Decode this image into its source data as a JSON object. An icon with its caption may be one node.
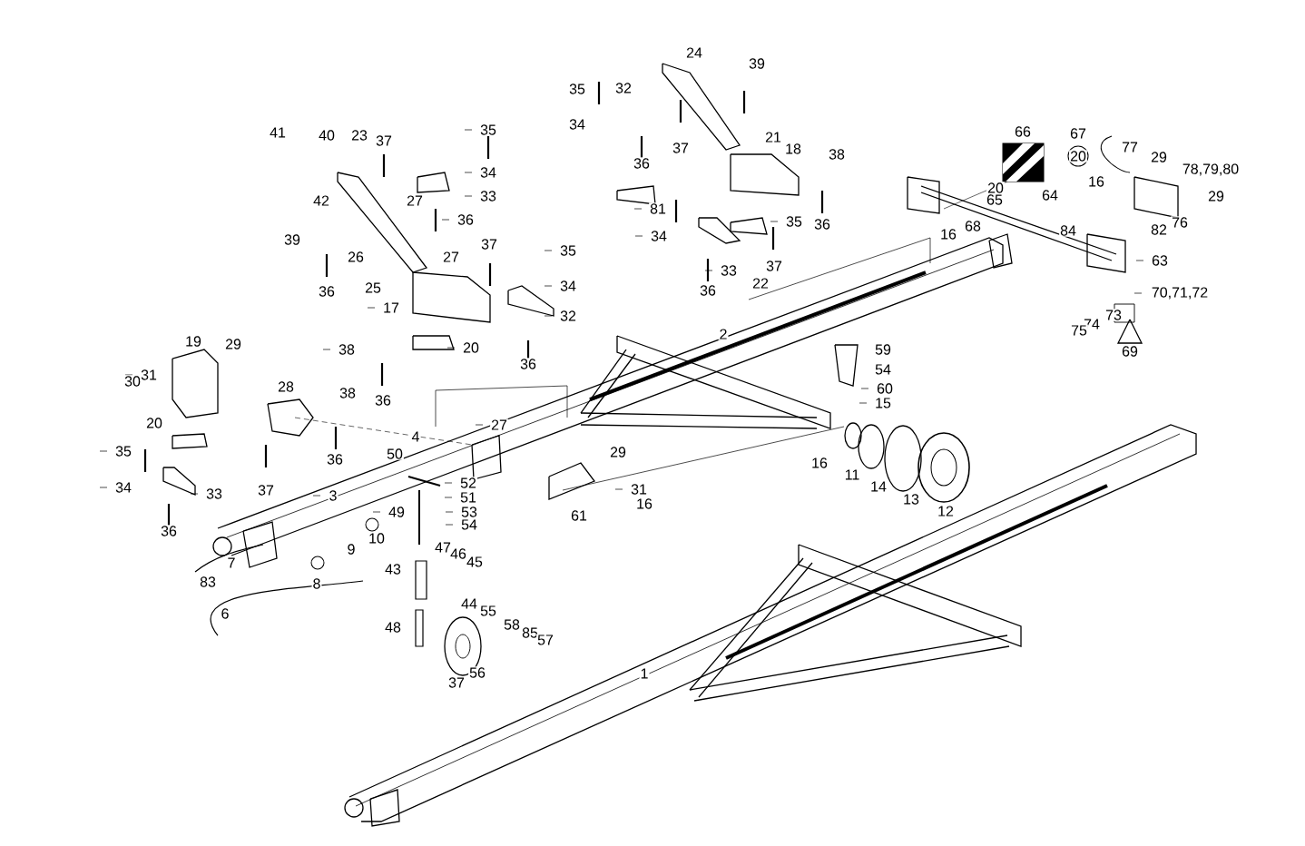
{
  "diagram": {
    "labels": [
      "24",
      "39",
      "35",
      "32",
      "34",
      "41",
      "40",
      "23",
      "37",
      "35",
      "66",
      "67",
      "21",
      "37",
      "18",
      "77",
      "36",
      "38",
      "29",
      "78,79,80",
      "34",
      "42",
      "33",
      "27",
      "16",
      "20",
      "65",
      "64",
      "29",
      "81",
      "35",
      "20",
      "36",
      "36",
      "76",
      "34",
      "39",
      "84",
      "82",
      "16",
      "68",
      "37",
      "27",
      "26",
      "35",
      "63",
      "25",
      "36",
      "36",
      "22",
      "33",
      "37",
      "34",
      "70,71,72",
      "17",
      "32",
      "73",
      "74",
      "75",
      "2",
      "19",
      "29",
      "69",
      "38",
      "20",
      "59",
      "54",
      "36",
      "30",
      "31",
      "60",
      "28",
      "38",
      "36",
      "15",
      "20",
      "27",
      "4",
      "29",
      "36",
      "16",
      "11",
      "50",
      "52",
      "14",
      "37",
      "35",
      "31",
      "51",
      "3",
      "33",
      "34",
      "16",
      "13",
      "53",
      "49",
      "12",
      "61",
      "54",
      "36",
      "10",
      "9",
      "47",
      "46",
      "45",
      "7",
      "43",
      "8",
      "83",
      "44",
      "55",
      "6",
      "58",
      "85",
      "57",
      "48",
      "56",
      "1",
      "37"
    ]
  }
}
